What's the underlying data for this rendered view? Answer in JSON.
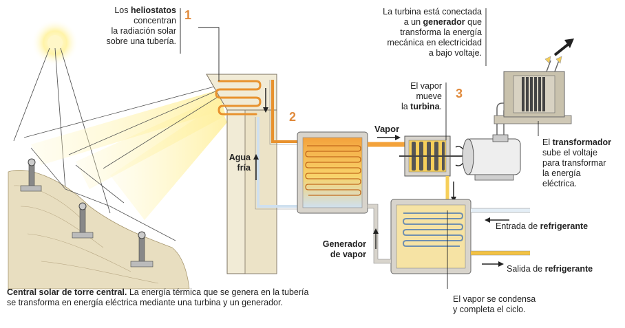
{
  "step_numbers": [
    "1",
    "2",
    "3"
  ],
  "heliostats": {
    "pre": "Los ",
    "bold": "heliostatos",
    "rest1": "concentran",
    "rest2": "la radiación solar",
    "rest3": "sobre una tubería."
  },
  "turbine_gen": {
    "l1": "La turbina está conectada",
    "l2a": "a un ",
    "l2b": "generador",
    "l2c": " que",
    "l3": "transforma la energía",
    "l4": "mecánica en electricidad",
    "l5": "a bajo voltaje."
  },
  "steam_turbine": {
    "l1": "El vapor",
    "l2": "mueve",
    "l3a": "la ",
    "l3b": "turbina",
    "l3c": "."
  },
  "water": {
    "l1": "Agua",
    "l2": "fría"
  },
  "steam_label": "Vapor",
  "steam_gen": {
    "l1": "Generador",
    "l2": "de vapor"
  },
  "transformer": {
    "l1a": "El ",
    "l1b": "transformador",
    "l2": "sube el voltaje",
    "l3": "para transformar",
    "l4": "la energía",
    "l5": "eléctrica."
  },
  "coolant_in": {
    "pre": "Entrada de ",
    "bold": "refrigerante"
  },
  "coolant_out": {
    "pre": "Salida de ",
    "bold": "refrigerante"
  },
  "condense": {
    "l1": "El vapor se condensa",
    "l2": "y completa el ciclo."
  },
  "caption": {
    "bold": "Central solar de torre central.",
    "rest": " La energía térmica que se genera en la tubería se transforma en energía eléctrica mediante una turbina y un generador."
  },
  "colors": {
    "hot": "#f3a23a",
    "warm": "#f6cf5a",
    "cold": "#cfe0ef",
    "tower": "#f1ebd6",
    "number": "#e08a3c"
  }
}
